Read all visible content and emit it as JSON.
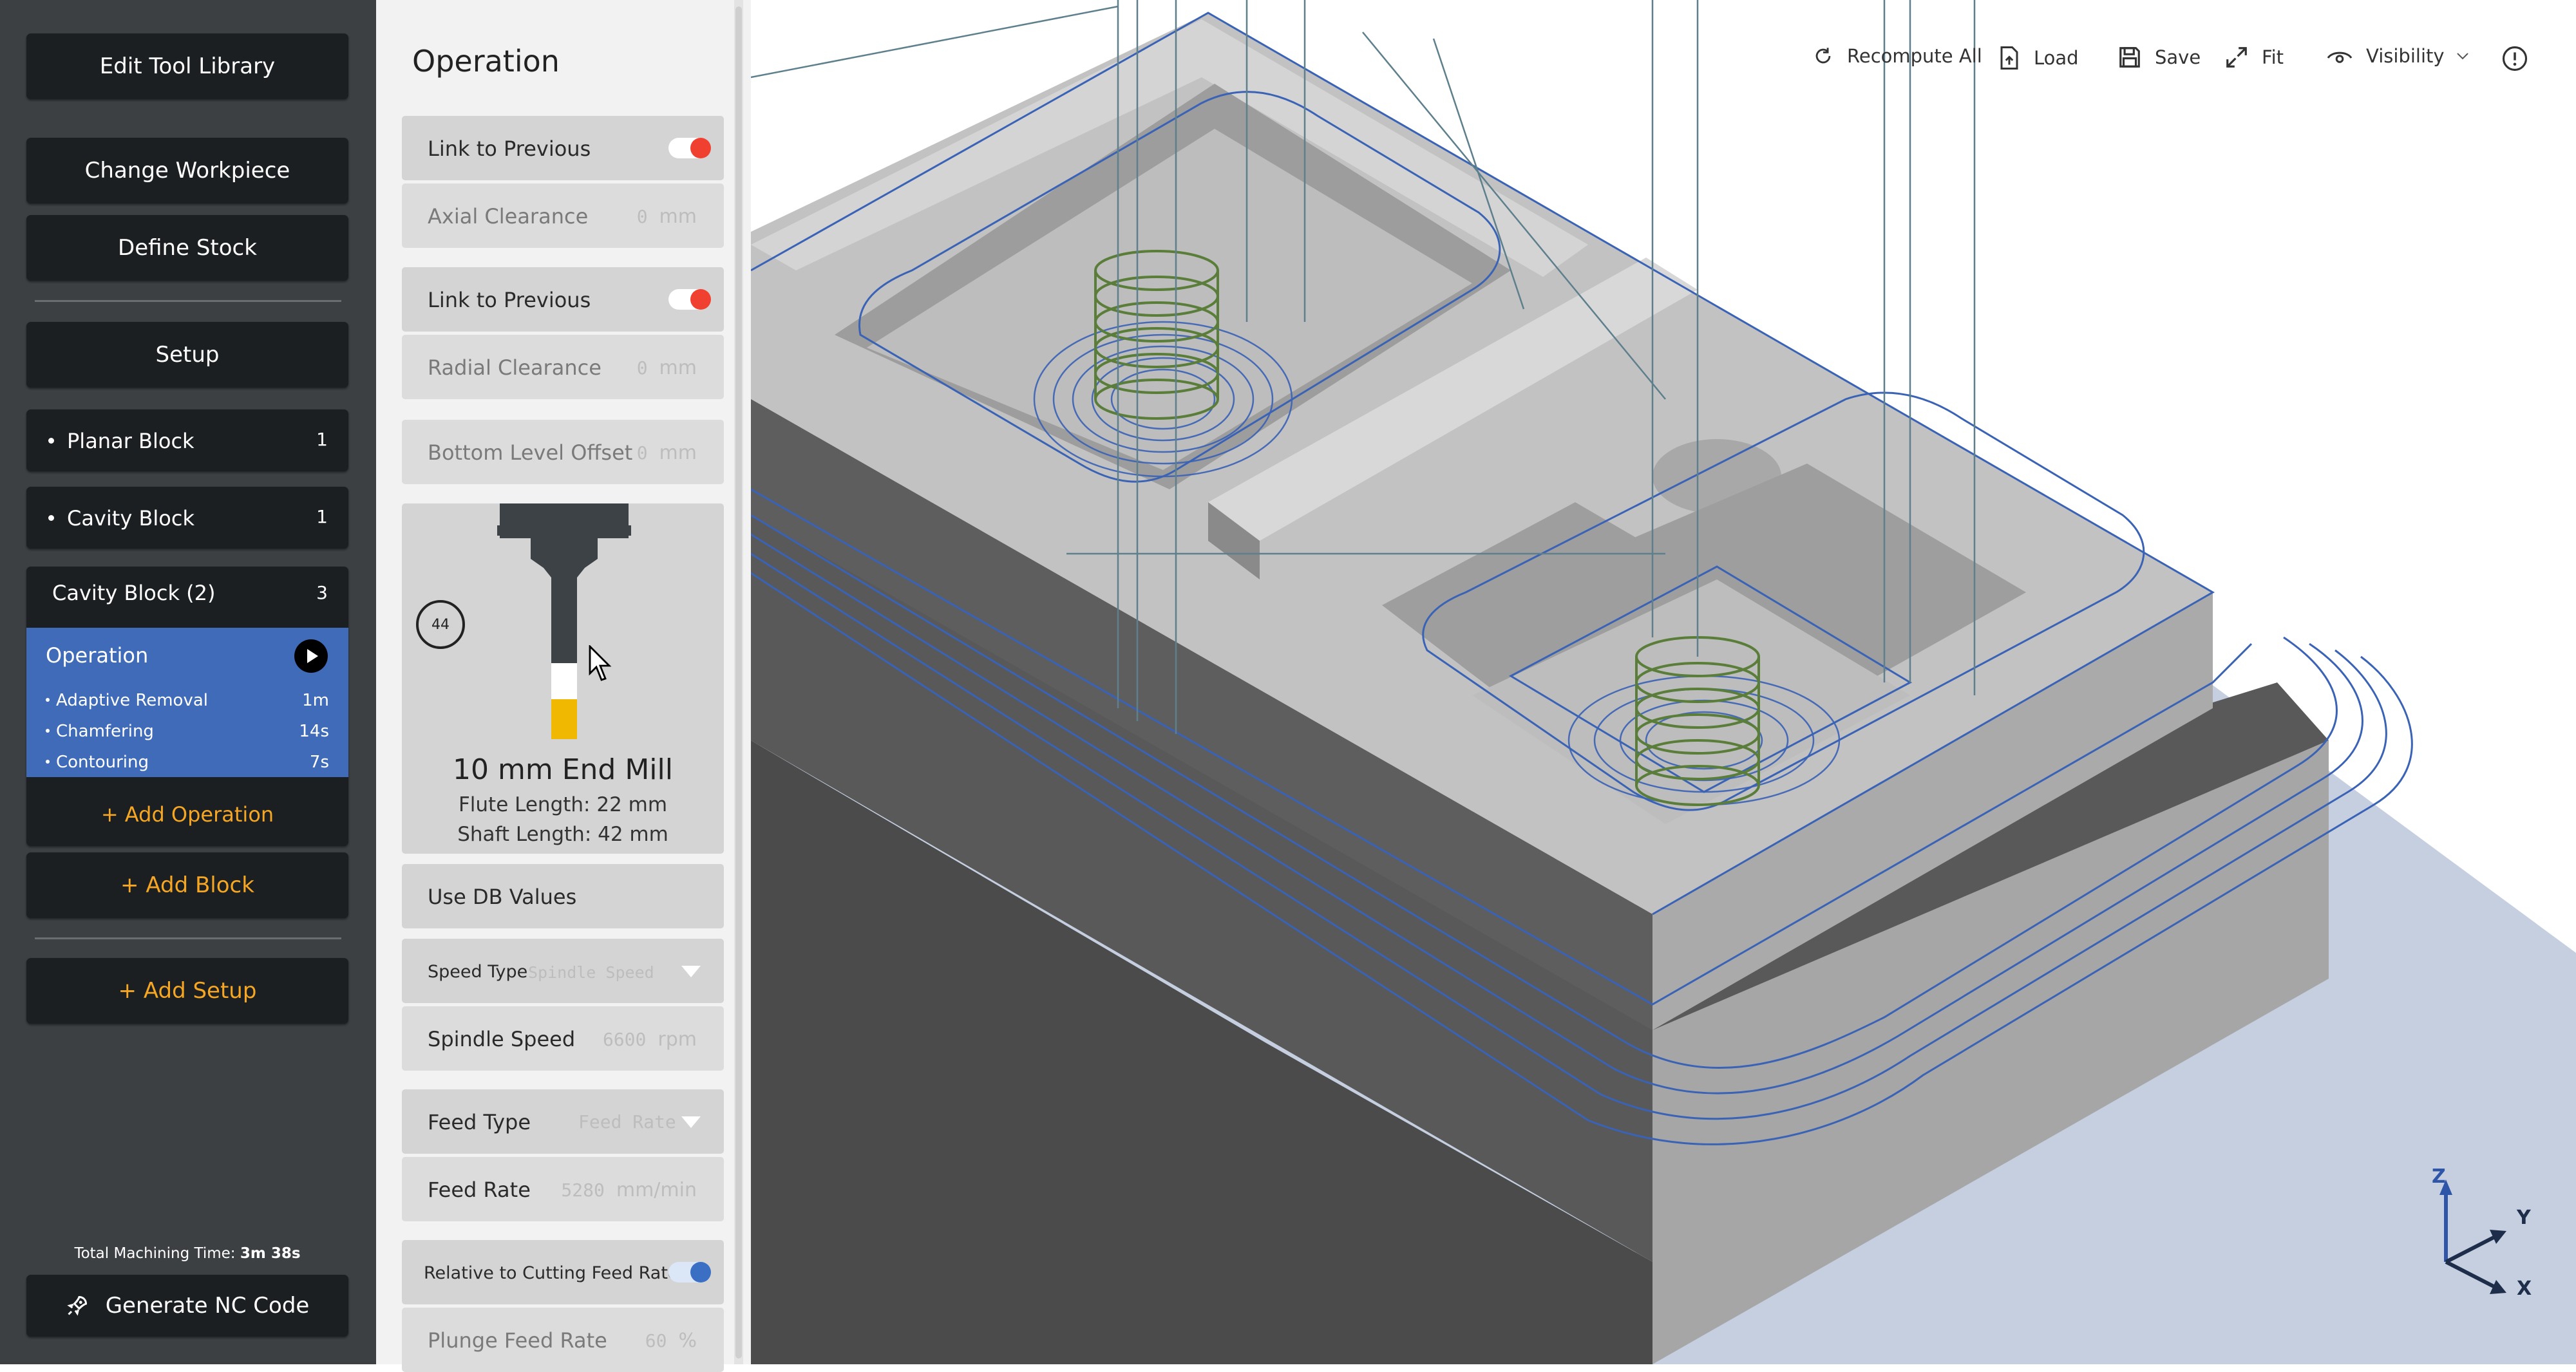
{
  "sidebar": {
    "edit_tool_library": "Edit Tool Library",
    "change_workpiece": "Change Workpiece",
    "define_stock": "Define Stock",
    "setup": "Setup",
    "blocks": [
      {
        "label": "Planar Block",
        "count": "1"
      },
      {
        "label": "Cavity Block",
        "count": "1"
      }
    ],
    "group": {
      "label": "Cavity Block (2)",
      "count": "3",
      "operation_title": "Operation",
      "operations": [
        {
          "label": "Adaptive Removal",
          "time": "1m"
        },
        {
          "label": "Chamfering",
          "time": "14s"
        },
        {
          "label": "Contouring",
          "time": "7s"
        }
      ],
      "add_operation": "+ Add Operation"
    },
    "add_block": "+ Add Block",
    "add_setup": "+ Add Setup",
    "total_label": "Total Machining Time:",
    "total_value": "3m 38s",
    "generate": "Generate NC Code"
  },
  "panel": {
    "title": "Operation",
    "link_prev_1": "Link to Previous",
    "axial_clearance": {
      "label": "Axial Clearance",
      "value": "0",
      "unit": "mm"
    },
    "link_prev_2": "Link to Previous",
    "radial_clearance": {
      "label": "Radial Clearance",
      "value": "0",
      "unit": "mm"
    },
    "bottom_offset": {
      "label": "Bottom Level Offset",
      "value": "0",
      "unit": "mm"
    },
    "tool": {
      "number": "44",
      "name": "10 mm End Mill",
      "flute": "Flute Length: 22 mm",
      "shaft": "Shaft Length: 42 mm"
    },
    "use_db": "Use DB Values",
    "speed_type": {
      "label": "Speed Type",
      "value": "Spindle Speed"
    },
    "spindle_speed": {
      "label": "Spindle Speed",
      "value": "6600",
      "unit": "rpm"
    },
    "feed_type": {
      "label": "Feed Type",
      "value": "Feed Rate"
    },
    "feed_rate": {
      "label": "Feed Rate",
      "value": "5280",
      "unit": "mm/min"
    },
    "relative": "Relative to Cutting Feed Rate",
    "plunge": {
      "label": "Plunge Feed Rate",
      "value": "60",
      "unit": "%"
    }
  },
  "toolbar": {
    "recompute": "Recompute All",
    "load": "Load",
    "save": "Save",
    "fit": "Fit",
    "visibility": "Visibility"
  },
  "axes": {
    "z": "Z",
    "y": "Y",
    "x": "X"
  },
  "colors": {
    "toggle_off": "#f04030",
    "toggle_on": "#3a6fc4",
    "accent_orange": "#f5a623",
    "selected_blue": "#3f6bb8",
    "toolpath_blue": "#3a62b5",
    "toolpath_green": "#5a7d3a"
  }
}
